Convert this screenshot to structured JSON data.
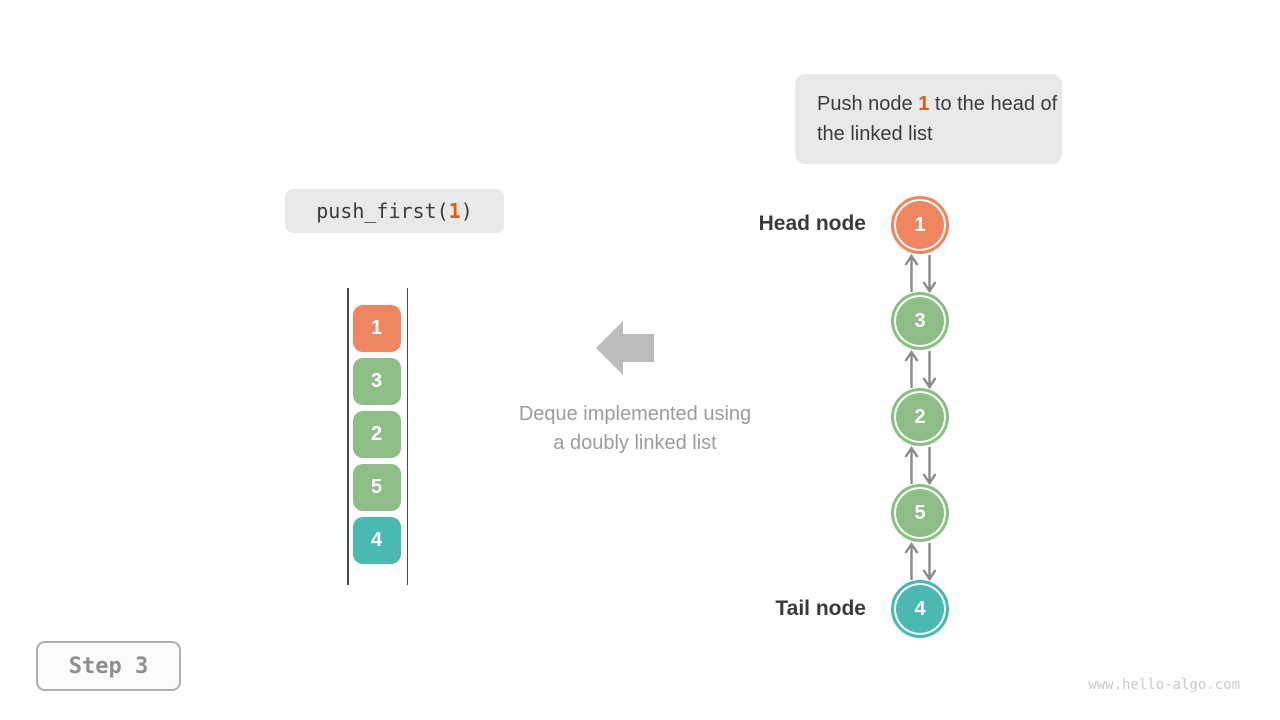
{
  "palette": {
    "orange": "#EF8660",
    "green": "#8CBE85",
    "teal": "#49B9B2",
    "highlight": "#E8590C",
    "arrow_gray": "#8A8A8A",
    "big_arrow_gray": "#BBBBBB"
  },
  "callout": {
    "text_before": "Push node ",
    "highlight": "1",
    "text_after": " to the head of the linked list"
  },
  "code": {
    "before": "push_first(",
    "highlight": "1",
    "after": ")"
  },
  "deque": {
    "items": [
      {
        "value": "1",
        "color": "orange"
      },
      {
        "value": "3",
        "color": "green"
      },
      {
        "value": "2",
        "color": "green"
      },
      {
        "value": "5",
        "color": "green"
      },
      {
        "value": "4",
        "color": "teal"
      }
    ]
  },
  "caption": {
    "line1": "Deque implemented using",
    "line2": "a doubly linked list"
  },
  "list": {
    "head_label": "Head node",
    "tail_label": "Tail node",
    "nodes": [
      {
        "value": "1",
        "color": "orange"
      },
      {
        "value": "3",
        "color": "green"
      },
      {
        "value": "2",
        "color": "green"
      },
      {
        "value": "5",
        "color": "green"
      },
      {
        "value": "4",
        "color": "teal"
      }
    ]
  },
  "step": {
    "label": "Step 3"
  },
  "watermark": "www.hello-algo.com"
}
